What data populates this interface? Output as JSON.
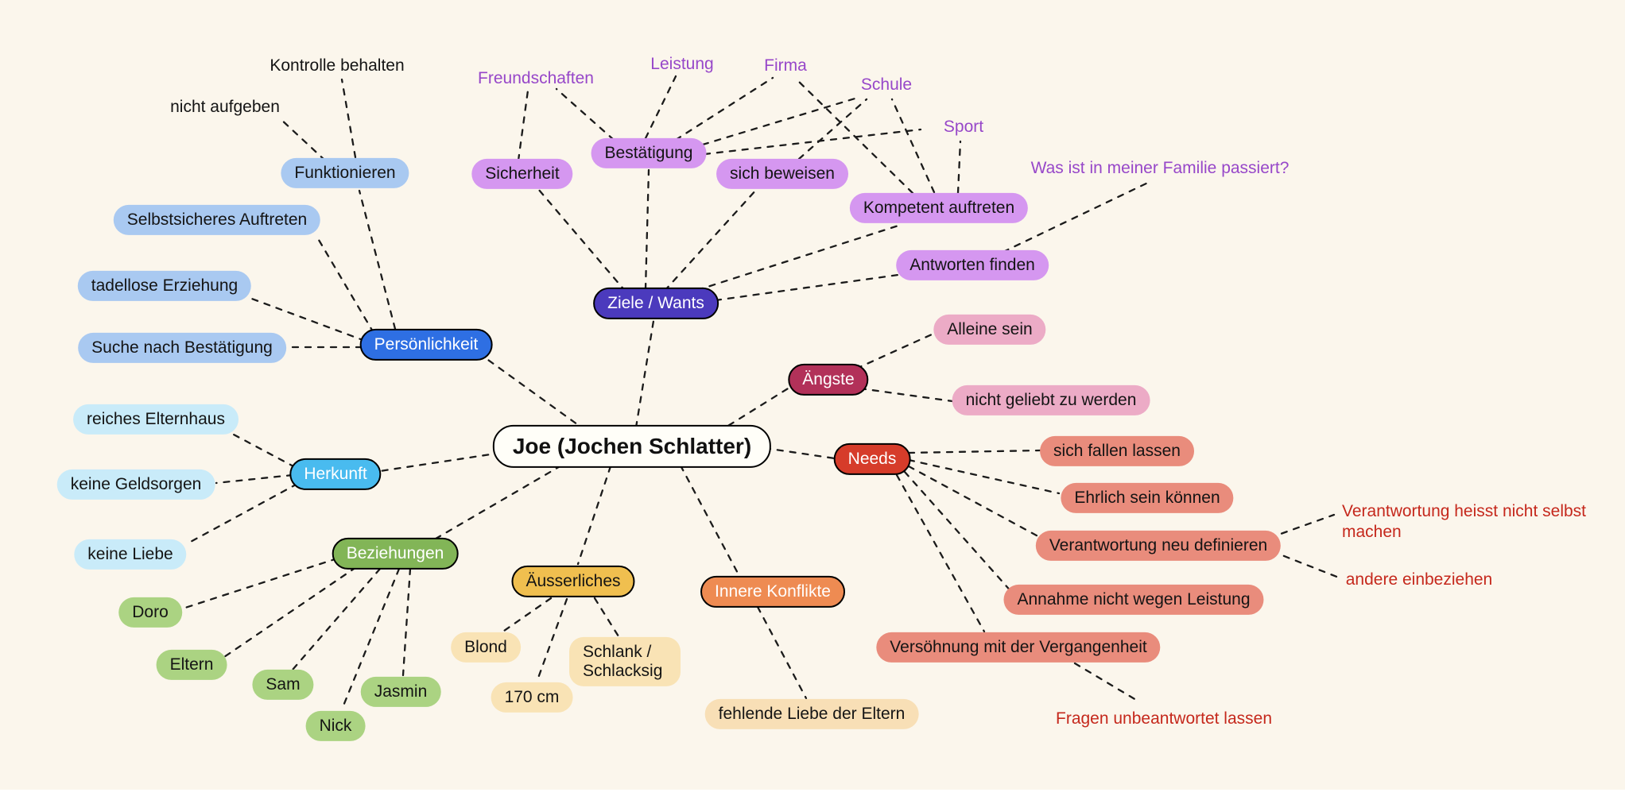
{
  "title": "Joe (Jochen Schlatter) mind map",
  "colors": {
    "background": "#FBF6EC",
    "line": "#1B1B1B",
    "center_fill": "#FFFEF8",
    "persoenlichkeit": "#2E6FE3",
    "persoenlichkeit_child": "#A9C9F1",
    "ziele": "#4B3ABD",
    "ziele_child": "#D597F0",
    "ziele_note_text": "#9747C9",
    "aengste": "#B23159",
    "aengste_child": "#ECABC6",
    "needs": "#D63C2A",
    "needs_child": "#E98C7C",
    "needs_note_text": "#C5281C",
    "herkunft": "#49BBEF",
    "herkunft_child": "#C9EBF9",
    "beziehungen": "#82B557",
    "beziehungen_child": "#ABD382",
    "aeusserliches": "#F0BF4F",
    "aeusserliches_child": "#F9E3B5",
    "konflikte": "#EE8B52",
    "konflikte_child": "#F8DFB6"
  },
  "center": {
    "label": "Joe (Jochen Schlatter)"
  },
  "branches": {
    "persoenlichkeit": {
      "label": "Persönlichkeit",
      "children": {
        "funktionieren": "Funktionieren",
        "selbstsicher": "Selbstsicheres Auftreten",
        "erziehung": "tadellose Erziehung",
        "suche": "Suche nach Bestätigung"
      },
      "notes": {
        "kontrolle": "Kontrolle behalten",
        "aufgeben": "nicht aufgeben"
      }
    },
    "ziele": {
      "label": "Ziele / Wants",
      "children": {
        "sicherheit": "Sicherheit",
        "bestaetigung": "Bestätigung",
        "beweisen": "sich beweisen",
        "kompetent": "Kompetent auftreten",
        "antworten": "Antworten finden"
      },
      "notes": {
        "freundschaften": "Freundschaften",
        "leistung": "Leistung",
        "firma": "Firma",
        "schule": "Schule",
        "sport": "Sport",
        "familie": "Was ist in meiner Familie passiert?"
      }
    },
    "aengste": {
      "label": "Ängste",
      "children": {
        "alleine": "Alleine sein",
        "geliebt": "nicht geliebt zu werden"
      }
    },
    "needs": {
      "label": "Needs",
      "children": {
        "fallen": "sich fallen lassen",
        "ehrlich": "Ehrlich sein können",
        "verantwortung": "Verantwortung neu definieren",
        "annahme": "Annahme nicht wegen Leistung",
        "versoehnung": "Versöhnung mit der Vergangenheit"
      },
      "notes": {
        "selbst": "Verantwortung heisst nicht selbst machen",
        "einbeziehen": "andere einbeziehen",
        "fragen": "Fragen unbeantwortet lassen"
      }
    },
    "herkunft": {
      "label": "Herkunft",
      "children": {
        "elternhaus": "reiches Elternhaus",
        "geldsorgen": "keine Geldsorgen",
        "liebe": "keine Liebe"
      }
    },
    "beziehungen": {
      "label": "Beziehungen",
      "children": {
        "doro": "Doro",
        "eltern": "Eltern",
        "sam": "Sam",
        "nick": "Nick",
        "jasmin": "Jasmin"
      }
    },
    "aeusserliches": {
      "label": "Äusserliches",
      "children": {
        "blond": "Blond",
        "groesse": "170 cm",
        "schlank": "Schlank / Schlacksig"
      }
    },
    "konflikte": {
      "label": "Innere Konflikte",
      "children": {
        "fehlende": "fehlende Liebe der Eltern"
      }
    }
  }
}
